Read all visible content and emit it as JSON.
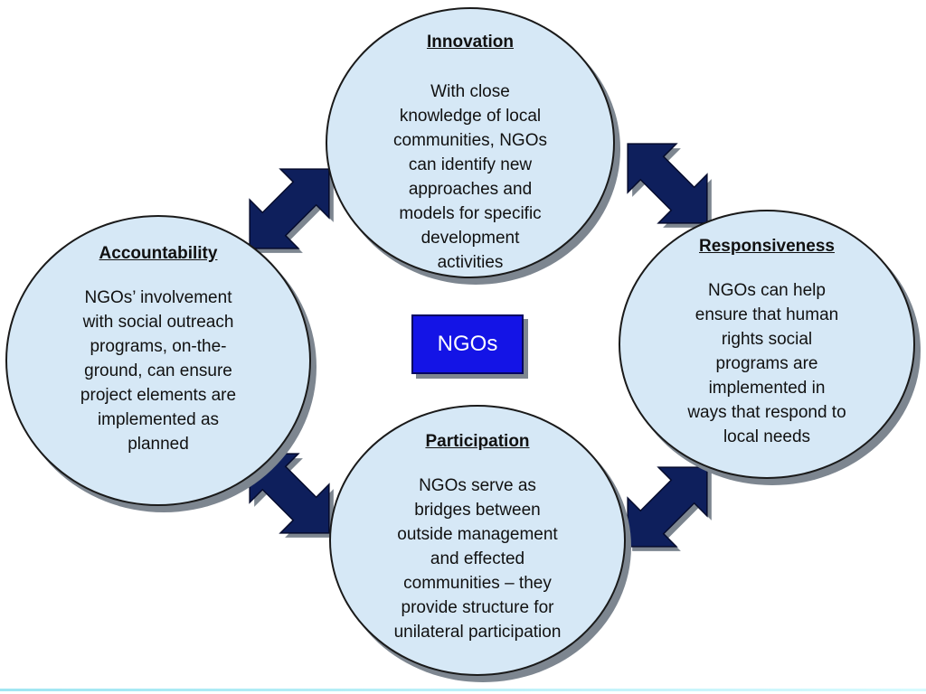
{
  "diagram": {
    "center": {
      "label": "NGOs"
    },
    "nodes": {
      "innovation": {
        "title": "Innovation",
        "body": "With close\nknowledge of local\ncommunities, NGOs\ncan identify new\napproaches and\nmodels for specific\ndevelopment\nactivities"
      },
      "accountability": {
        "title": "Accountability",
        "body": "NGOs’ involvement\nwith social outreach\nprograms, on-the-\nground, can ensure\nproject elements are\nimplemented as\nplanned"
      },
      "responsiveness": {
        "title": "Responsiveness",
        "body": "NGOs can help\nensure that human\nrights social\nprograms are\nimplemented in\nways that respond to\nlocal needs"
      },
      "participation": {
        "title": "Participation",
        "body": "NGOs serve as\nbridges between\noutside management\nand effected\ncommunities – they\nprovide structure for\nunilateral participation"
      }
    },
    "colors": {
      "circle_fill": "#d6e8f6",
      "arrow_fill": "#0e1f5c",
      "center_fill": "#1414e6",
      "shadow": "#7d8690"
    }
  }
}
